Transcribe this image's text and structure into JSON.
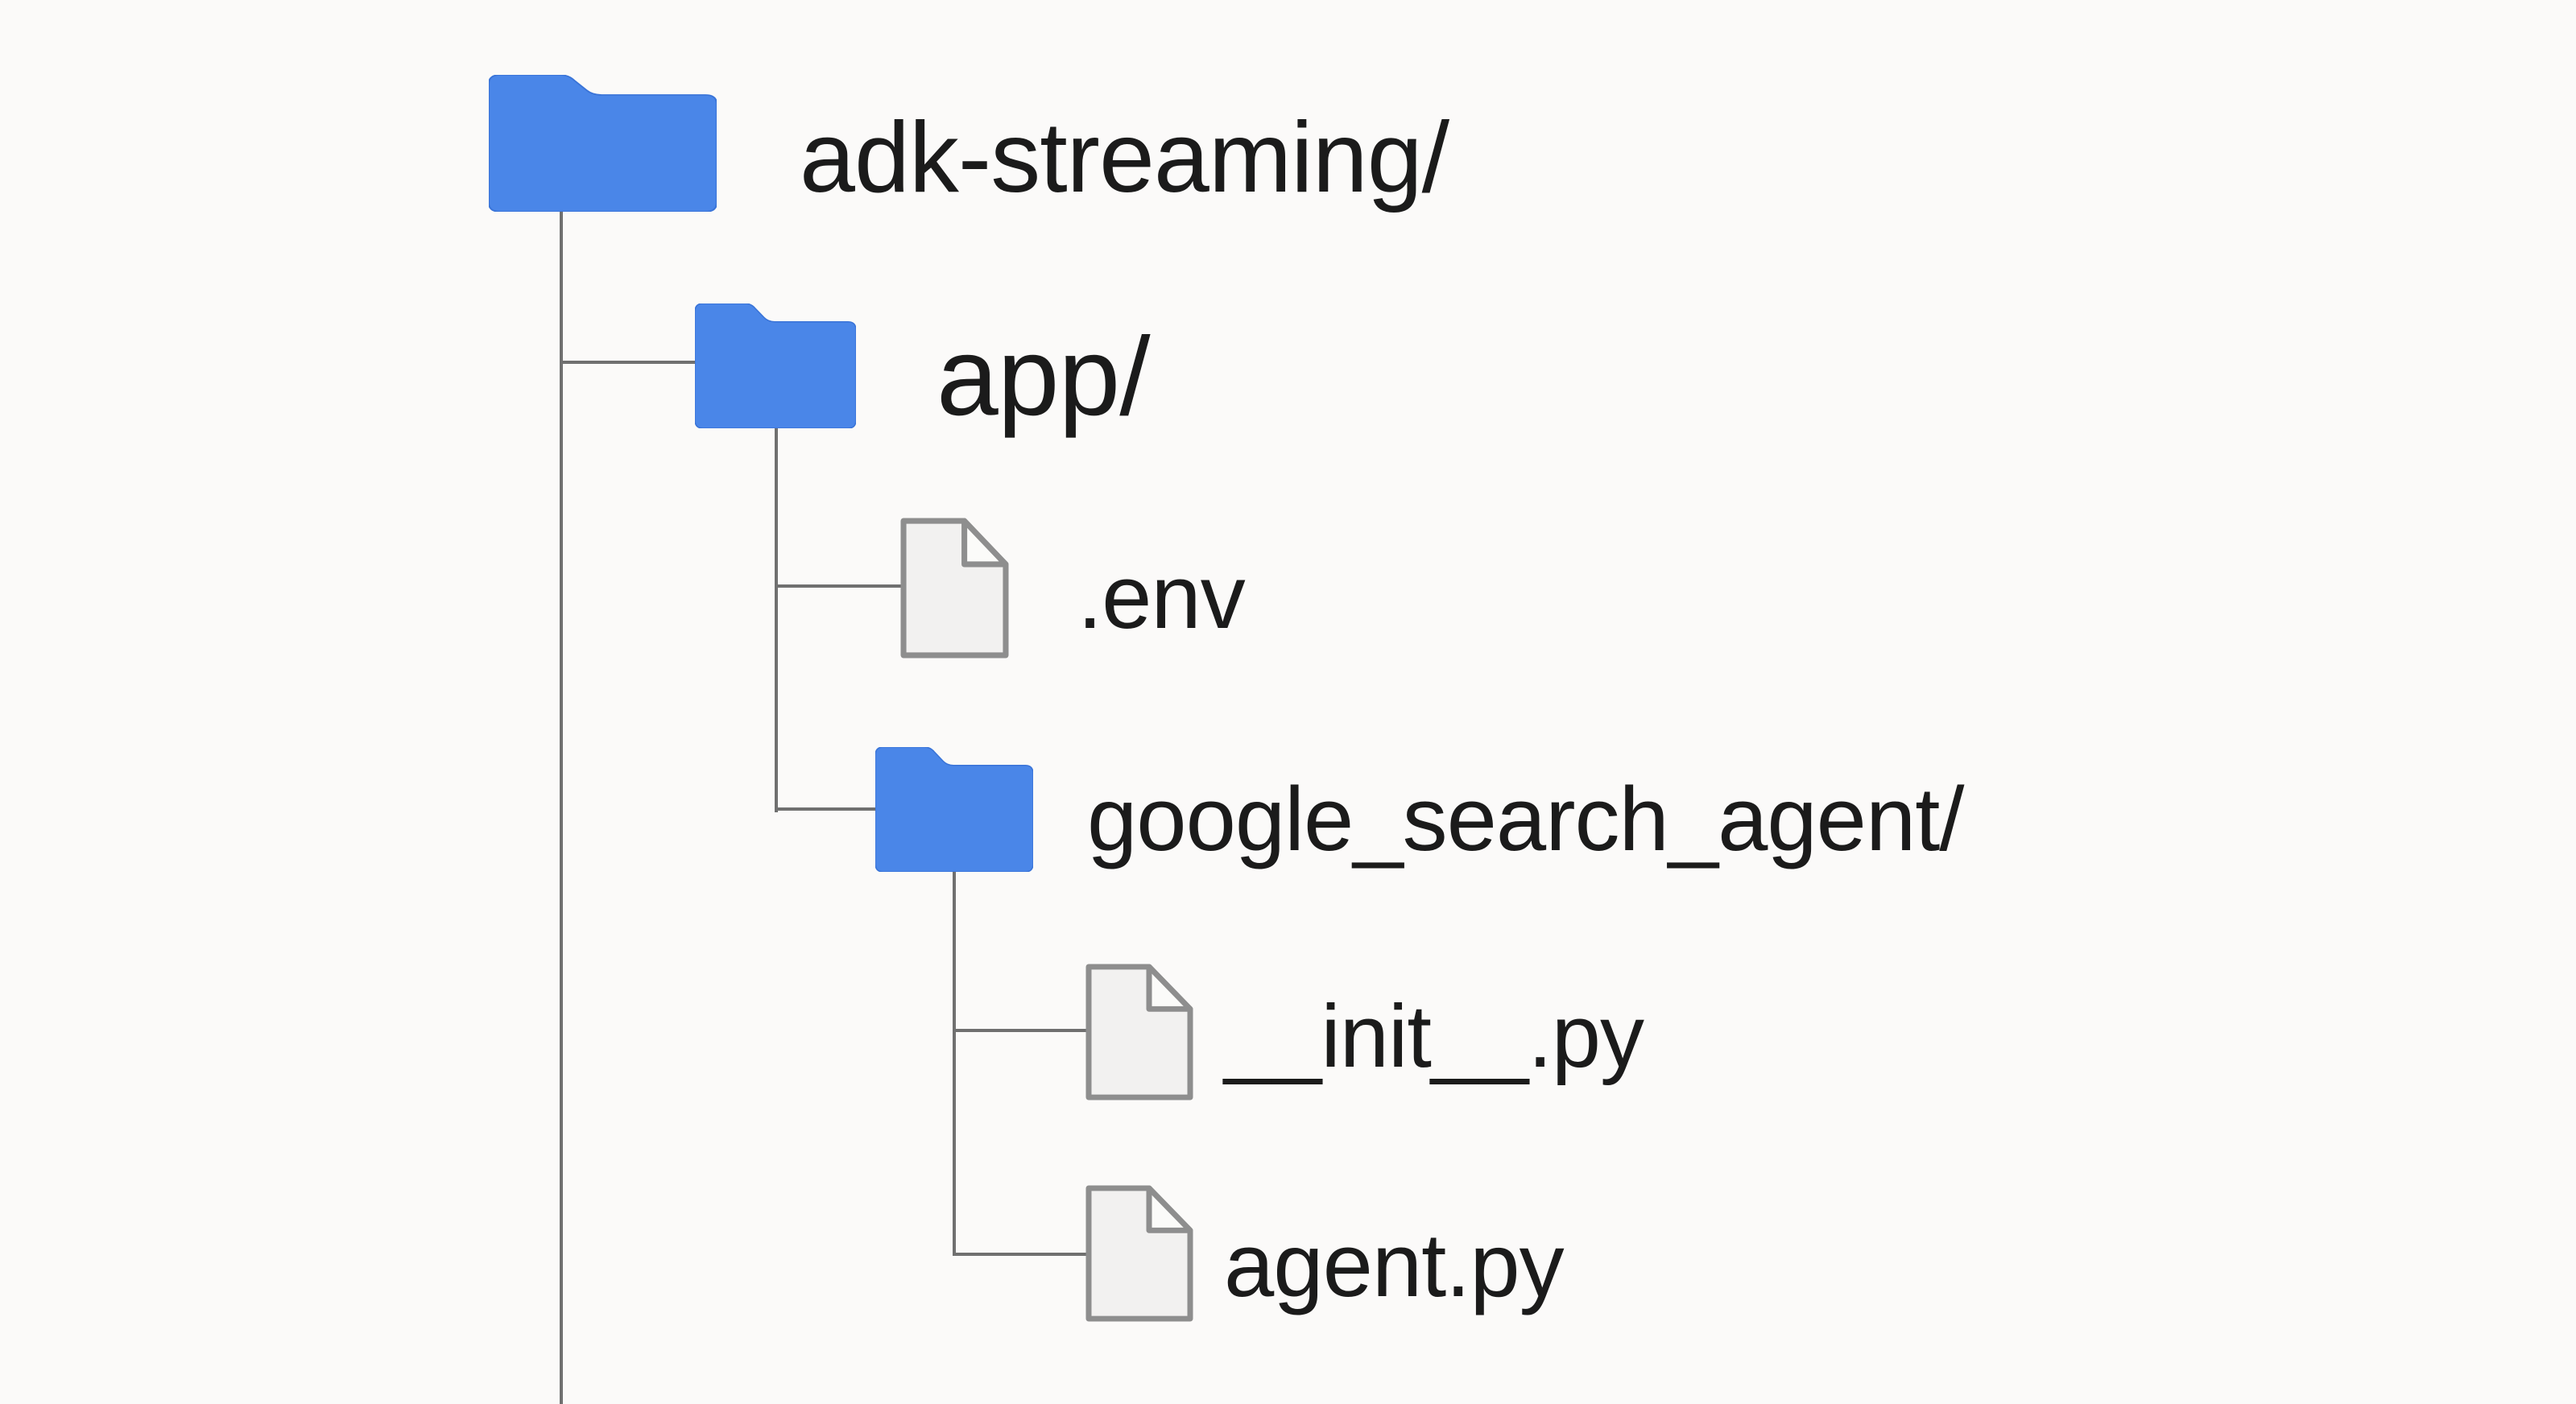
{
  "diagram": {
    "kind": "file-tree",
    "root_label": "adk-streaming/"
  },
  "tree": {
    "items": [
      {
        "label": "adk-streaming/",
        "type": "folder",
        "depth": 0,
        "parent": null
      },
      {
        "label": "app/",
        "type": "folder",
        "depth": 1,
        "parent": "adk-streaming/"
      },
      {
        "label": ".env",
        "type": "file",
        "depth": 2,
        "parent": "app/"
      },
      {
        "label": "google_search_agent/",
        "type": "folder",
        "depth": 2,
        "parent": "app/"
      },
      {
        "label": "__init__.py",
        "type": "file",
        "depth": 3,
        "parent": "google_search_agent/"
      },
      {
        "label": "agent.py",
        "type": "file",
        "depth": 3,
        "parent": "google_search_agent/"
      }
    ]
  },
  "colors": {
    "background": "#fbfaf9",
    "folder_fill": "#4a86e8",
    "folder_edge": "#3a74d8",
    "file_fill": "#f2f1f0",
    "file_fold_fill": "#fbfbf9",
    "icon_stroke": "#8e8e8e",
    "connector": "#707070",
    "text": "#1b1b1b"
  }
}
